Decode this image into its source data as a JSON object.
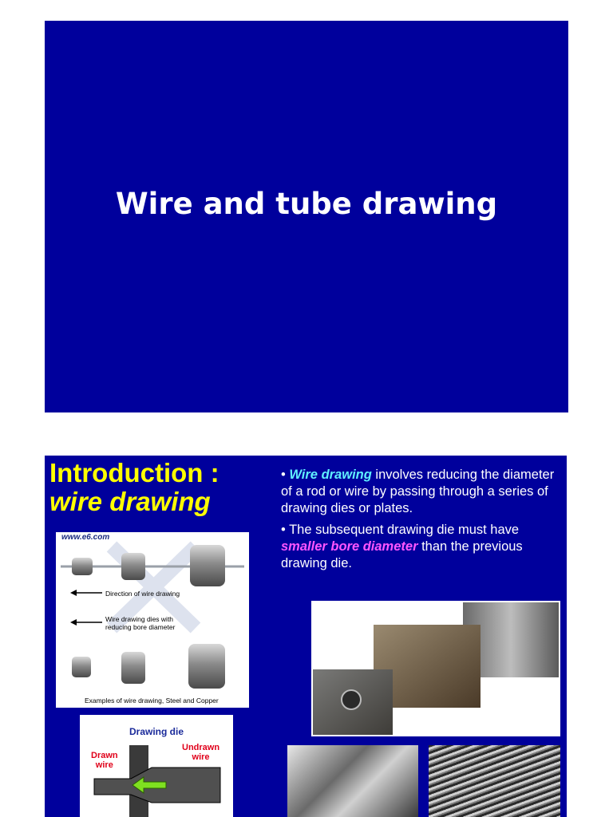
{
  "slide1": {
    "title": "Wire and tube drawing"
  },
  "slide2": {
    "title_line1": "Introduction :",
    "title_line2": "wire drawing",
    "bullet1": {
      "marker": "•",
      "term": "Wire drawing",
      "rest": " involves reducing the diameter of a rod or wire by passing through a series of drawing dies or plates."
    },
    "bullet2": {
      "text_before": "• The subsequent drawing die must have ",
      "term": "smaller bore diameter",
      "text_after": " than the previous drawing die."
    },
    "figure1": {
      "website": "www.e6.com",
      "arrow1_label": "Direction of wire drawing",
      "arrow2_label_line1": "Wire drawing dies with",
      "arrow2_label_line2": "reducing bore diameter",
      "caption": "Examples of wire drawing, Steel and Copper"
    },
    "figure2": {
      "title": "Drawing die",
      "drawn_line1": "Drawn",
      "drawn_line2": "wire",
      "undrawn_line1": "Undrawn",
      "undrawn_line2": "wire"
    }
  },
  "colors": {
    "slide_bg": "#00009c",
    "title_yellow": "#ffff00",
    "cyan": "#5ff0ff",
    "pink": "#ff55ff"
  }
}
